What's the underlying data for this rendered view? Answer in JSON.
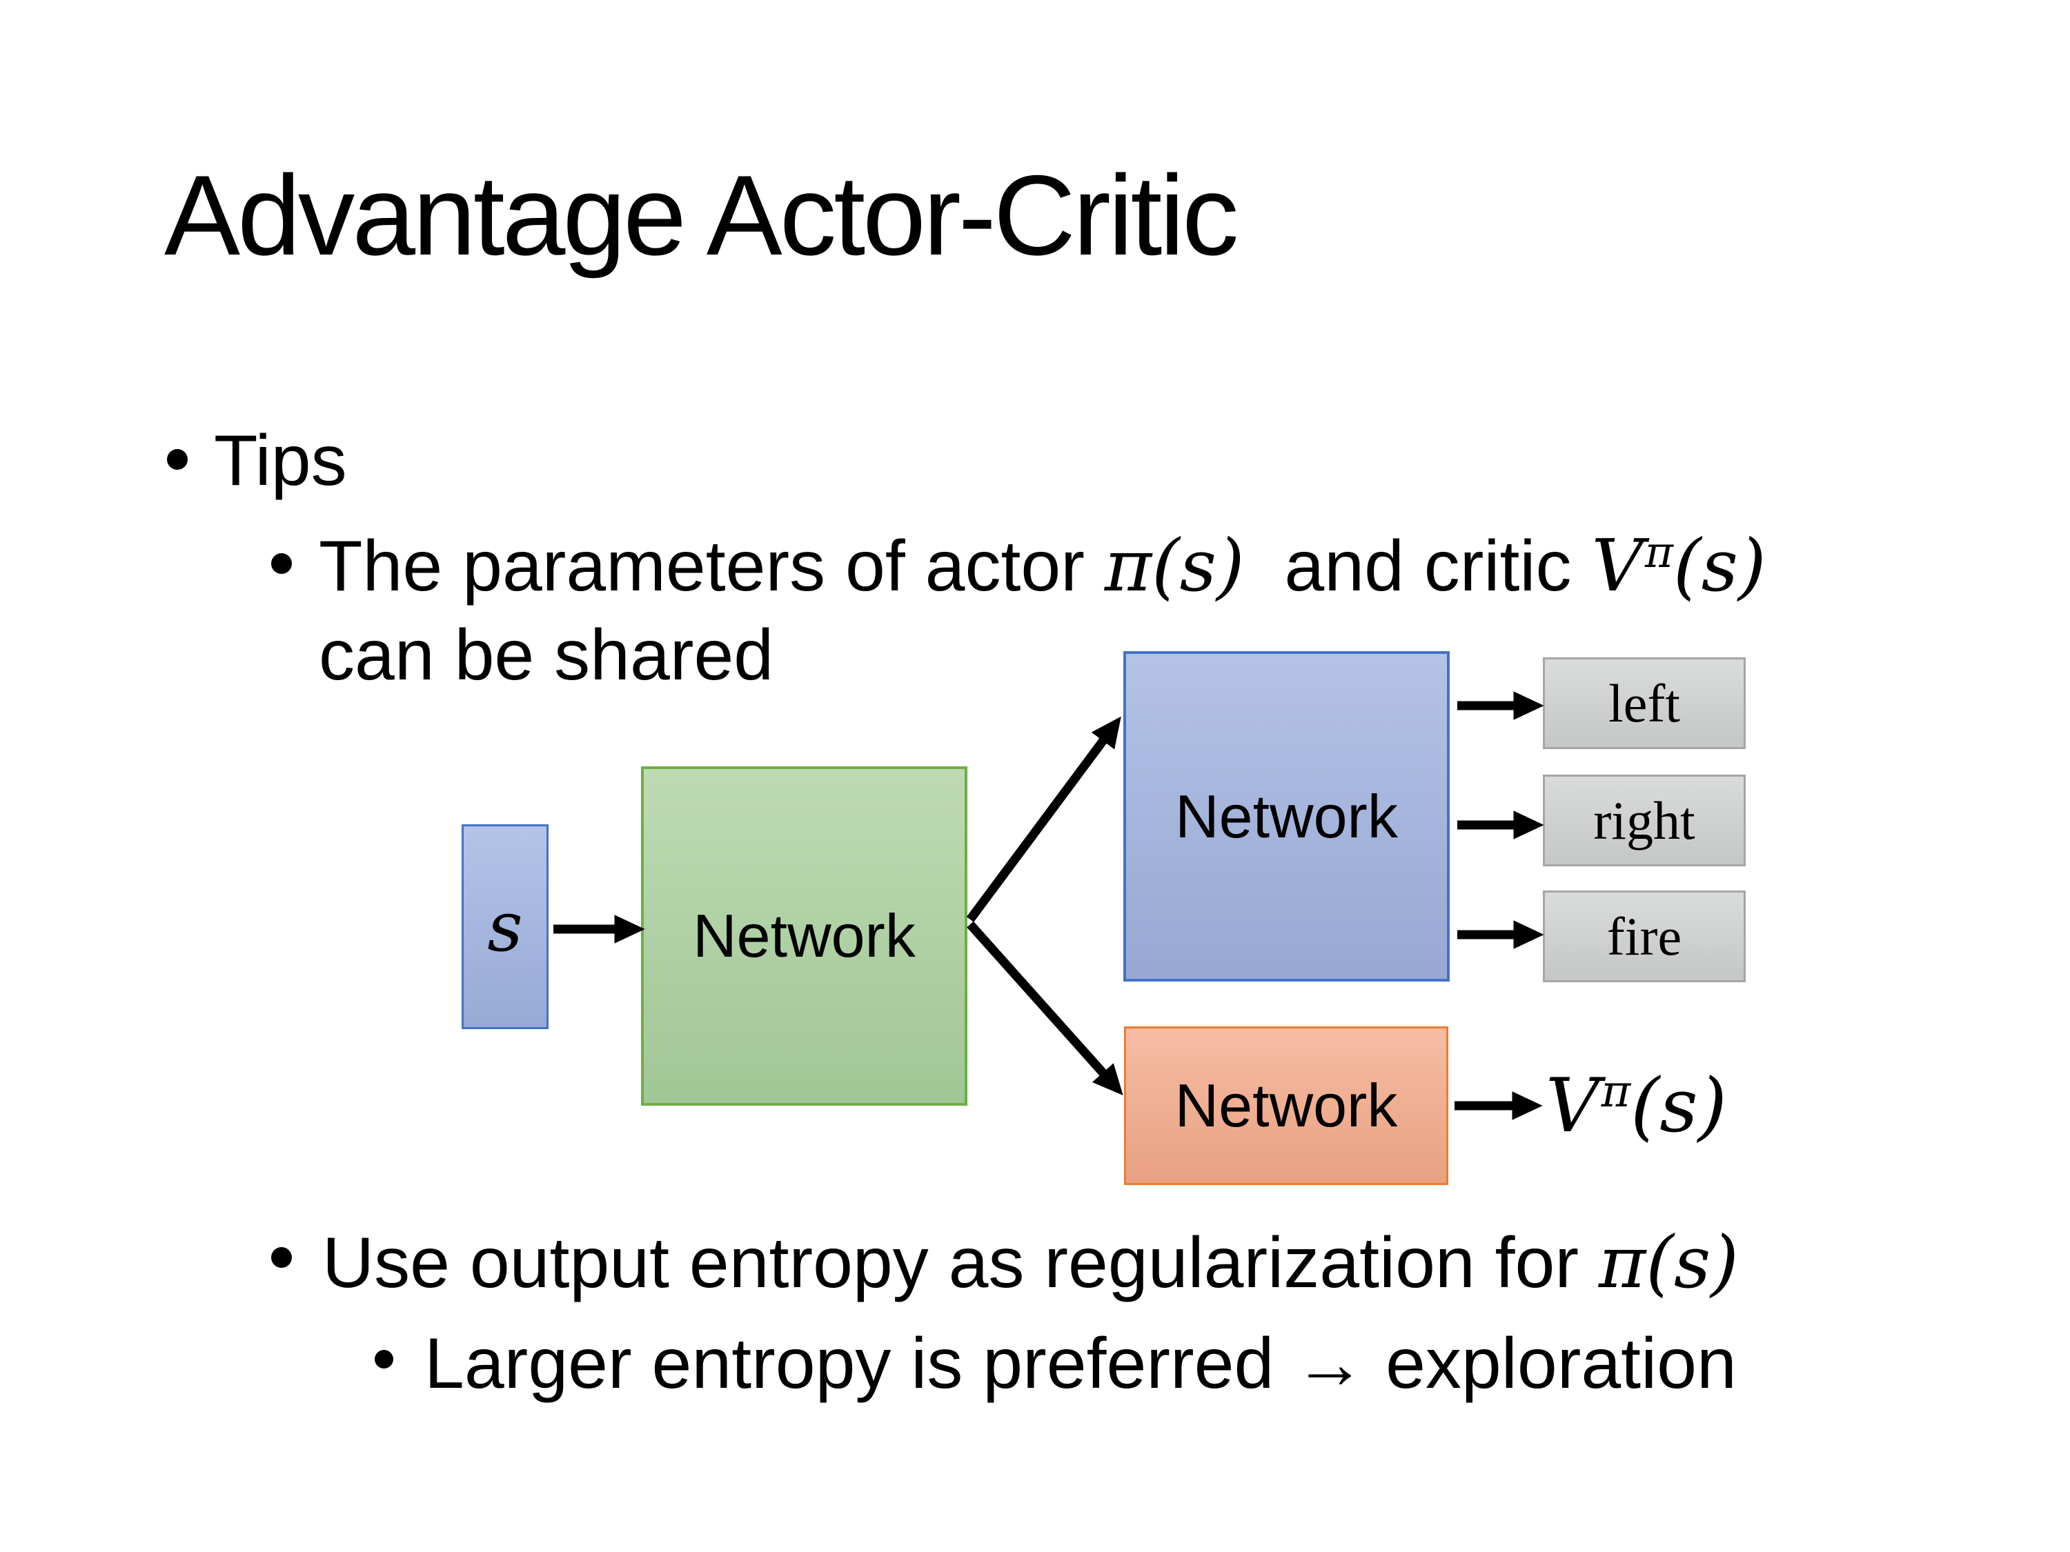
{
  "slide": {
    "title": "Advantage Actor-Critic",
    "bullets": {
      "tips": "Tips",
      "shared": {
        "prefix": "The parameters of actor ",
        "actor_math": "π(s)",
        "mid": "  and critic ",
        "critic_base": "V",
        "critic_sup": "π",
        "critic_args": "(s)",
        "line2": "can be shared"
      },
      "entropy": {
        "prefix": "Use output entropy as regularization for ",
        "math": "π(s)"
      },
      "exploration": "Larger entropy is preferred → exploration"
    },
    "diagram": {
      "state_label": "s",
      "shared_network_label": "Network",
      "actor_network_label": "Network",
      "critic_network_label": "Network",
      "action_labels": [
        "left",
        "right",
        "fire"
      ],
      "value_output": {
        "base": "V",
        "sup": "π",
        "args": "(s)"
      }
    },
    "colors": {
      "background": "#ffffff",
      "text": "#000000",
      "state_fill": "#9fb3e1",
      "state_border": "#4472c4",
      "shared_fill": "#aad19e",
      "shared_border": "#70ad47",
      "actor_fill": "#9fb1de",
      "actor_border": "#4472c4",
      "critic_fill": "#f4aa89",
      "critic_border": "#ed7d31",
      "action_fill": "#cfd1d2",
      "action_border": "#a6a6a6",
      "arrow": "#000000"
    }
  }
}
